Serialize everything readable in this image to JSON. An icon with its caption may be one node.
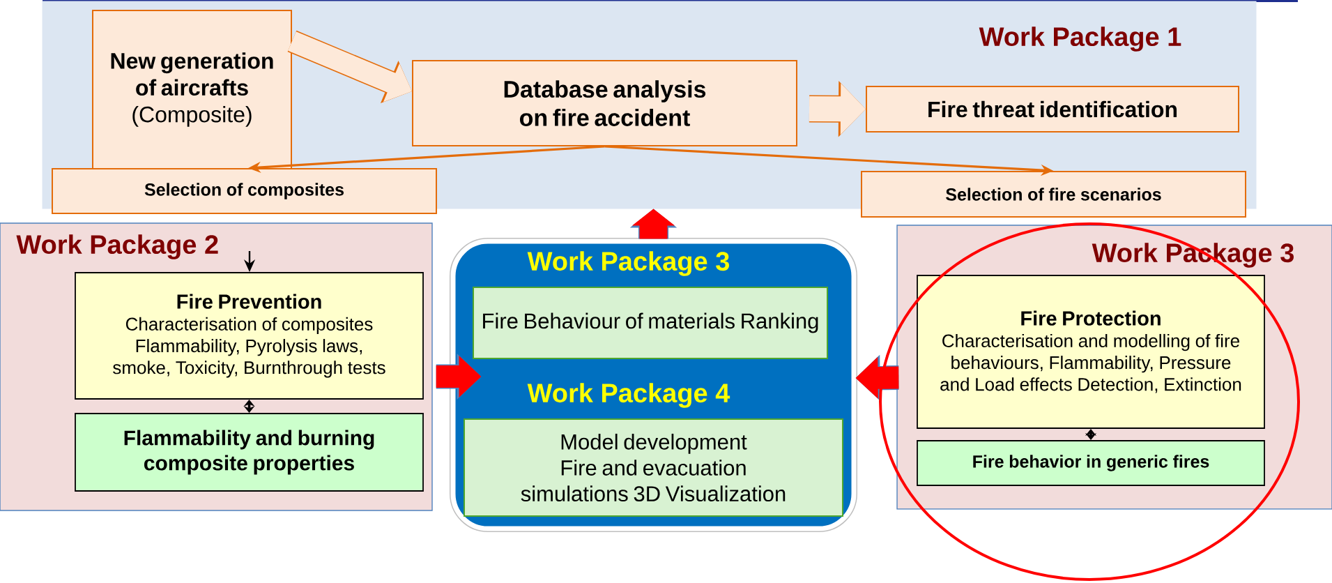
{
  "diagram": {
    "nodes": [
      {
        "text": [
          "Work Package 1"
        ]
      },
      {
        "text": [
          "New generation of aircrafts",
          "(Composite)"
        ],
        "in": 0
      },
      {
        "text": [
          "Database analysis on fire accident"
        ],
        "in": 0
      },
      {
        "text": [
          "Fire threat identification"
        ],
        "in": 0
      },
      {
        "text": [
          "Selection of composites"
        ]
      },
      {
        "text": [
          "Selection of fire scenarios"
        ]
      },
      {
        "text": [
          "Work Package 2"
        ]
      },
      {
        "text": [
          "Fire Prevention",
          "Characterisation of composites Flammability, Pyrolysis laws, smoke, Toxicity, Burnthrough tests"
        ],
        "in": 6
      },
      {
        "text": [
          "Flammability and burning composite properties"
        ],
        "in": 6
      },
      {
        "text": [
          "Work Package 3",
          "Work Package 4"
        ]
      },
      {
        "text": [
          "Fire Behaviour of materials Ranking"
        ],
        "in": 9
      },
      {
        "text": [
          "Model development Fire and evacuation simulations 3D Visualization"
        ],
        "in": 9
      },
      {
        "text": [
          "Work Package 3"
        ]
      },
      {
        "text": [
          "Fire Protection",
          "Characterisation and modelling of fire behaviours, Flammability, Pressure and Load effects Detection, Extinction"
        ],
        "in": 12
      },
      {
        "text": [
          "Fire behavior in generic fires"
        ],
        "in": 12
      }
    ],
    "edges": [
      {
        "from": 1,
        "to": 2,
        "arrow": "to",
        "style": "thick",
        "color": "#fde9d9"
      },
      {
        "from": 2,
        "to": 3,
        "arrow": "to",
        "style": "thick",
        "color": "#fde9d9"
      },
      {
        "from": 2,
        "to": 4,
        "arrow": "to",
        "color": "#e46c0a"
      },
      {
        "from": 2,
        "to": 5,
        "arrow": "to",
        "color": "#e46c0a"
      },
      {
        "from": 9,
        "to": 0,
        "arrow": "to",
        "style": "thick",
        "color": "#ff0000"
      },
      {
        "from": 6,
        "to": 9,
        "arrow": "to",
        "style": "thick",
        "color": "#ff0000"
      },
      {
        "from": 12,
        "to": 9,
        "arrow": "to",
        "style": "thick",
        "color": "#ff0000"
      },
      {
        "from": null,
        "to": 7,
        "arrow": "to",
        "color": "#000000"
      },
      {
        "from": 7,
        "to": 8,
        "arrow": "both",
        "color": "#000000"
      },
      {
        "from": 13,
        "to": 14,
        "arrow": "both",
        "color": "#000000"
      }
    ]
  }
}
